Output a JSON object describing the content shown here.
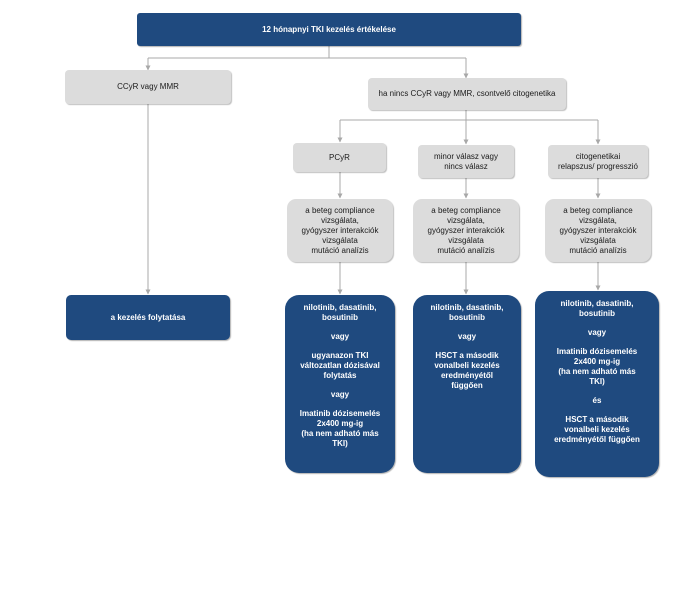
{
  "colors": {
    "navy": "#1f4a7f",
    "gray": "#dcdcdc",
    "connector": "#a8a8a8"
  },
  "diagram": {
    "root": "12 hónapnyi TKI kezelés értékelése",
    "left_condition": "CCyR vagy MMR",
    "left_action": "a kezelés folytatása",
    "right_condition": "ha nincs CCyR vagy MMR, csontvelő citogenetika",
    "branches": [
      {
        "label": "PCyR",
        "check": "a beteg compliance\nvizsgálata,\ngyógyszer interakciók\nvizsgálata\nmutáció analízis",
        "treatment": [
          "nilotinib, dasatinib,\nbosutinib",
          "vagy",
          "ugyanazon TKI\nváltozatlan dózisával\nfolytatás",
          "vagy",
          "Imatinib dózisemelés\n2x400 mg-ig\n(ha nem adható más\nTKI)"
        ]
      },
      {
        "label": "minor válasz vagy\nnincs válasz",
        "check": "a beteg compliance\nvizsgálata,\ngyógyszer interakciók\nvizsgálata\nmutáció analízis",
        "treatment": [
          "nilotinib, dasatinib,\nbosutinib",
          "vagy",
          "HSCT a második\nvonalbeli kezelés\neredményétől\nfüggően"
        ]
      },
      {
        "label": "citogenetikai\nrelapszus/ progresszió",
        "check": "a beteg compliance\nvizsgálata,\ngyógyszer interakciók\nvizsgálata\nmutáció analízis",
        "treatment": [
          "nilotinib, dasatinib,\nbosutinib",
          "vagy",
          "Imatinib dózisemelés\n2x400 mg-ig\n(ha nem adható más\nTKI)",
          "és",
          "HSCT a második\nvonalbeli kezelés\neredményétől függően"
        ]
      }
    ]
  }
}
